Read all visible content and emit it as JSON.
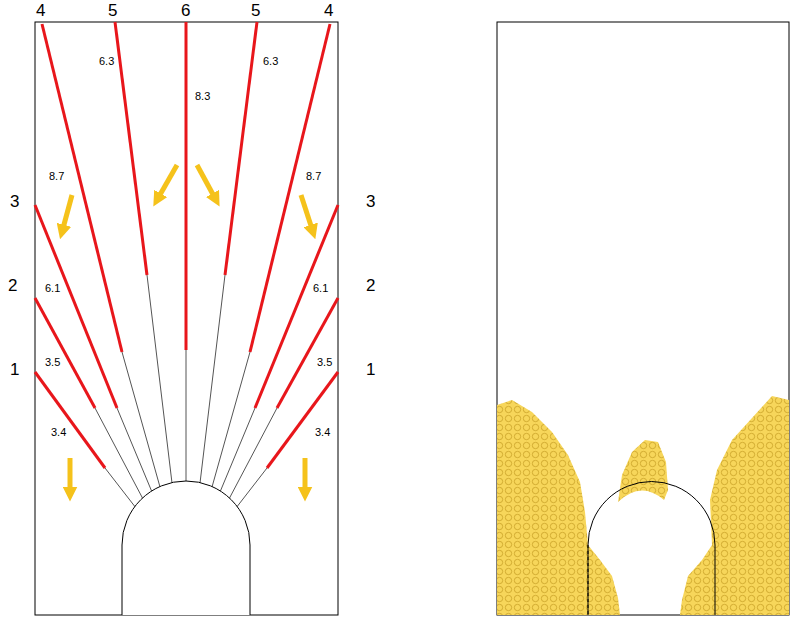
{
  "diagram": {
    "labels": [
      "4",
      "5",
      "6",
      "5",
      "4",
      "6.3",
      "8.3",
      "6.3",
      "3",
      "8.7",
      "8.7",
      "3",
      "2",
      "6.1",
      "6.1",
      "2",
      "1",
      "3.5",
      "3.5",
      "1",
      "3.4",
      "3.4"
    ]
  }
}
